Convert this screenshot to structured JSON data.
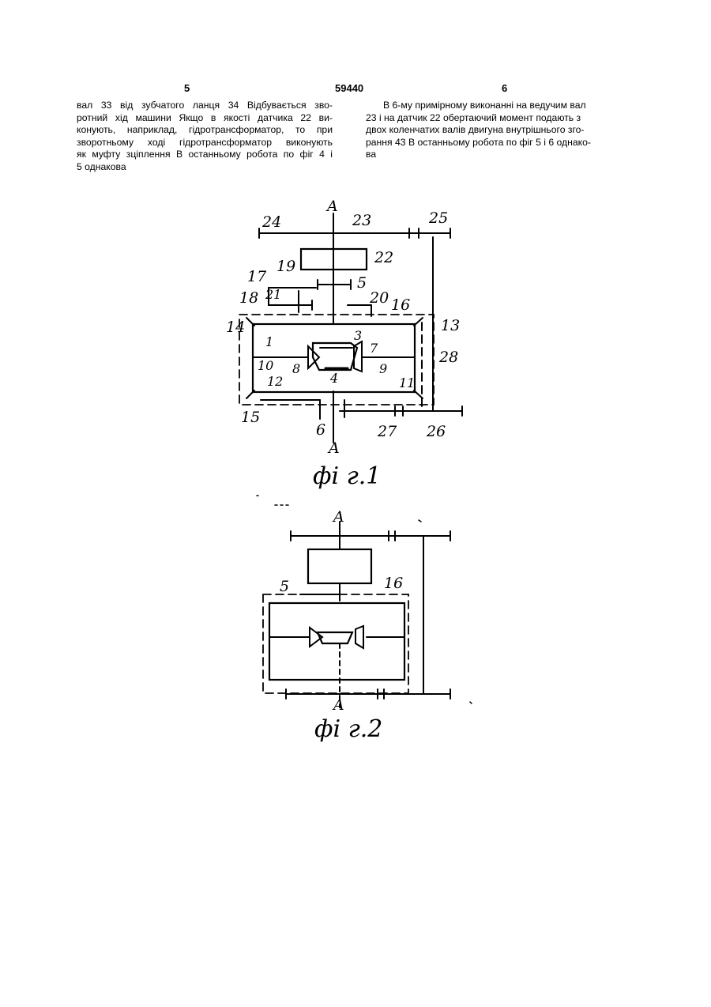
{
  "header": {
    "page_left": "5",
    "patent_number": "59440",
    "page_right": "6"
  },
  "left_column": [
    "вал 33 від зубчатого ланця 34  Відбувається зво-",
    "ротний хід машини  Якщо в якості датчика 22 ви-",
    "конують, наприклад, гідротрансформатор, то при",
    "зворотньому ході гідротрансформатор виконують",
    "як муфту зціплення  В останньому робота по фіг 4 і",
    "5 однакова"
  ],
  "right_column": [
    "В 6-му примірному виконанні на ведучим вал",
    "23 і на датчик 22 обертаючий момент подають з",
    "двох коленчатих валів двигуна внутрішнього зго-",
    "рання 43  В останньому робота по фіг 5 і 6 однако-",
    "ва"
  ],
  "fig1": {
    "caption": "фі г.1",
    "labels": {
      "axis_top": "A",
      "axis_bottom": "A",
      "l24": "24",
      "l23": "23",
      "l25": "25",
      "l22": "22",
      "l19": "19",
      "l17": "17",
      "l5": "5",
      "l21": "21",
      "l20": "20",
      "l18a": "18",
      "l16": "16",
      "l14": "14",
      "l13": "13",
      "l1": "1",
      "l3": "3",
      "l7": "7",
      "l28": "28",
      "l10": "10",
      "l8": "8",
      "l9": "9",
      "l12": "12",
      "l4": "4",
      "l11": "11",
      "l15": "15",
      "l6": "6",
      "l27": "27",
      "l26": "26"
    }
  },
  "fig2": {
    "caption": "фі г.2",
    "labels": {
      "axis_top": "A",
      "axis_bottom": "A",
      "l5": "5",
      "l16": "16"
    }
  }
}
